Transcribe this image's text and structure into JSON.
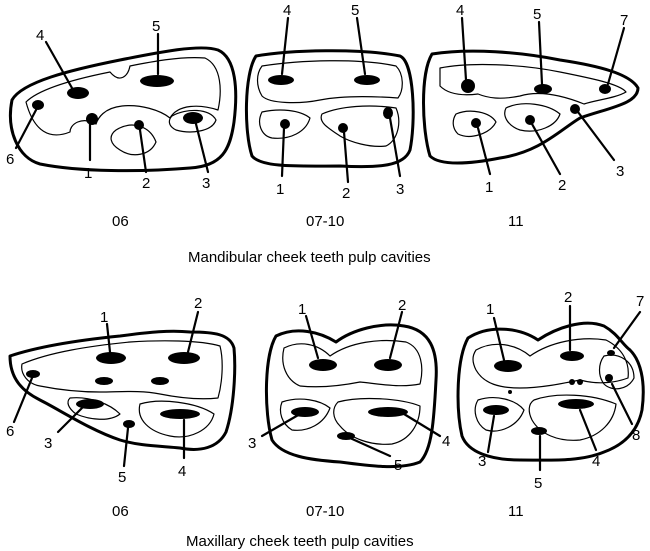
{
  "mandibular": {
    "caption": "Mandibular cheek teeth pulp cavities",
    "teeth": [
      {
        "label": "06",
        "numbers": [
          "4",
          "5",
          "6",
          "1",
          "2",
          "3"
        ]
      },
      {
        "label": "07-10",
        "numbers": [
          "4",
          "5",
          "1",
          "2",
          "3"
        ]
      },
      {
        "label": "11",
        "numbers": [
          "4",
          "5",
          "7",
          "1",
          "2",
          "3"
        ]
      }
    ]
  },
  "maxillary": {
    "caption": "Maxillary cheek teeth pulp cavities",
    "teeth": [
      {
        "label": "06",
        "numbers": [
          "1",
          "2",
          "6",
          "3",
          "5",
          "4"
        ]
      },
      {
        "label": "07-10",
        "numbers": [
          "1",
          "2",
          "3",
          "4",
          "5"
        ]
      },
      {
        "label": "11",
        "numbers": [
          "1",
          "2",
          "7",
          "8",
          "3",
          "5",
          "4"
        ]
      }
    ]
  }
}
